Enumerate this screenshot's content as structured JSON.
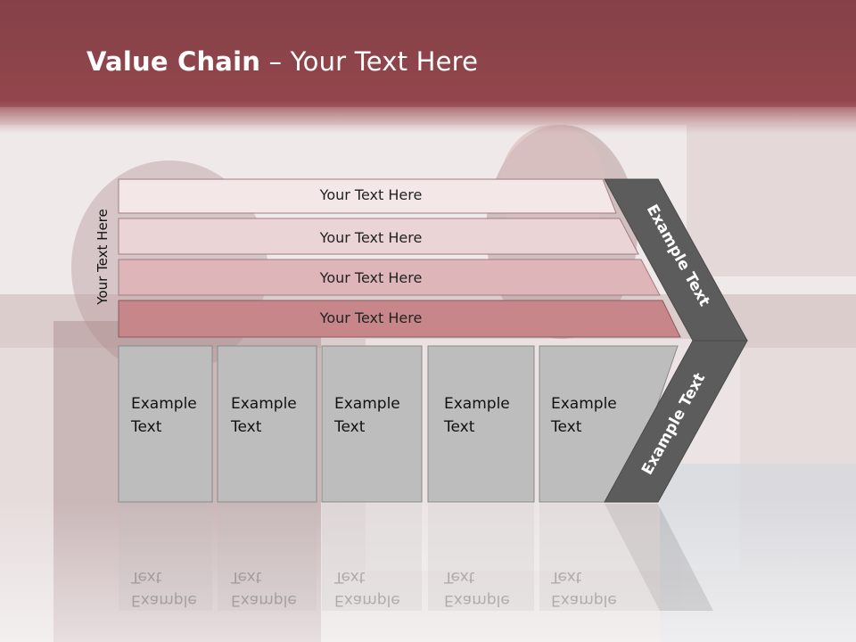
{
  "slide": {
    "title_bold": "Value Chain",
    "title_rest": " – Your Text Here",
    "vertical_label": "Your Text Here"
  },
  "rows": [
    {
      "label": "Your Text Here",
      "color": "#f4e7e7"
    },
    {
      "label": "Your Text Here",
      "color": "#ebd4d6"
    },
    {
      "label": "Your Text Here",
      "color": "#deb6b9"
    },
    {
      "label": "Your Text Here",
      "color": "#c7868a"
    }
  ],
  "columns": [
    {
      "line1": "Example",
      "line2": "Text"
    },
    {
      "line1": "Example",
      "line2": "Text"
    },
    {
      "line1": "Example",
      "line2": "Text"
    },
    {
      "line1": "Example",
      "line2": "Text"
    },
    {
      "line1": "Example",
      "line2": "Text"
    }
  ],
  "arrow": {
    "upper_label": "Example Text",
    "lower_label": "Example Text",
    "color": "#5c5c5c"
  },
  "colors": {
    "header": "#8f4247",
    "column_fill": "#bdbdbd",
    "column_border": "#8a8a8a"
  }
}
